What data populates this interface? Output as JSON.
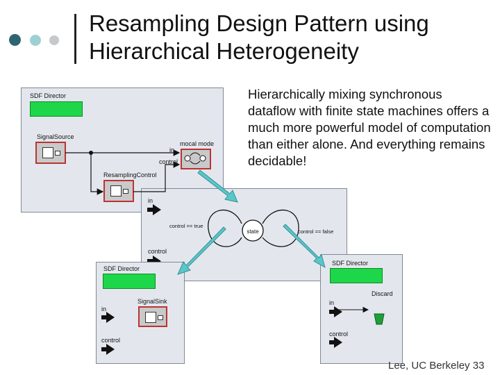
{
  "slide": {
    "title_line1": "Resampling Design Pattern using",
    "title_line2": "Hierarchical Heterogeneity",
    "body": "Hierarchically mixing synchronous dataflow with finite state machines offers a much more powerful model of computation than either alone. And everything remains decidable!",
    "footer": "Lee, UC Berkeley 33"
  },
  "colors": {
    "bullet_dark": "#2f6572",
    "bullet_light": "#9ed0d3",
    "bullet_gray": "#c6c9cb",
    "director_green": "#1ed64a",
    "panel_bg": "#e3e7ed",
    "arrow_teal": "#58c7ca",
    "discard_green": "#1f9e3a"
  },
  "top_model": {
    "director": "SDF Director",
    "source": "SignalSource",
    "mode": "mocal mode",
    "resampler": "ResamplingControl",
    "port_in": "in",
    "port_control": "control"
  },
  "fsm": {
    "port_in": "in",
    "port_control": "control",
    "state": "state",
    "guard_left": "control == true",
    "guard_right": "control == false"
  },
  "left_refinement": {
    "director": "SDF Director",
    "sink": "SignalSink",
    "port_in": "in",
    "port_control": "control"
  },
  "right_refinement": {
    "director": "SDF Director",
    "discard": "Discard",
    "port_in": "in",
    "port_control": "control"
  }
}
